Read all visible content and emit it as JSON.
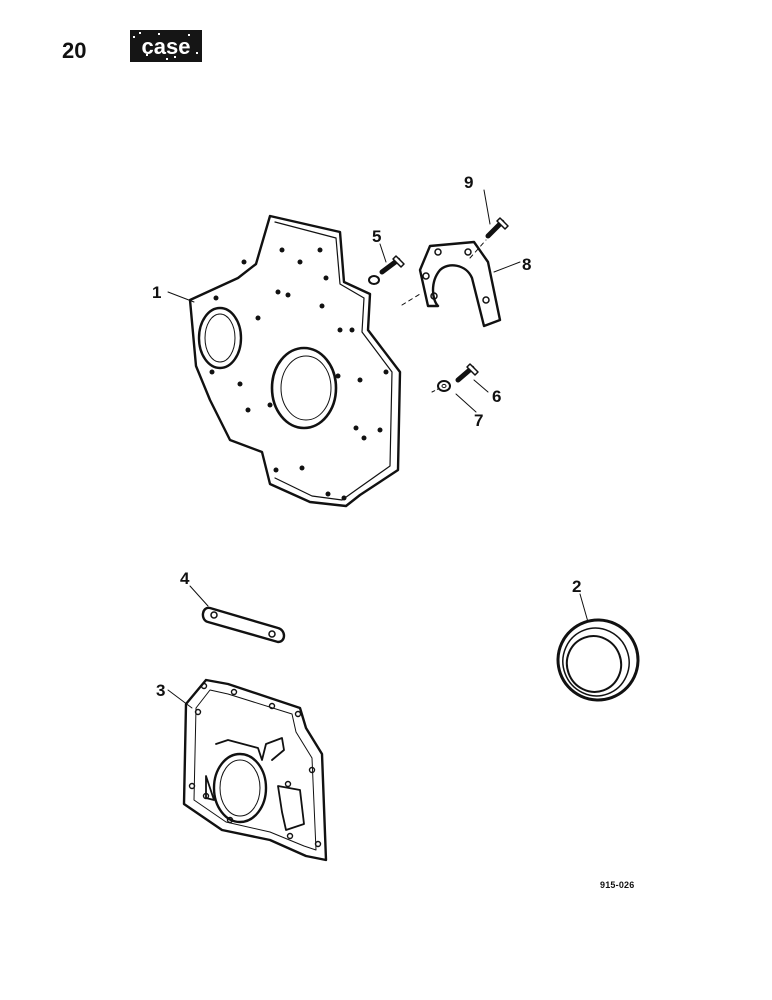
{
  "page": {
    "number": "20",
    "figure_code": "915-026"
  },
  "logo": {
    "text": "case"
  },
  "callouts": {
    "c1": "1",
    "c2": "2",
    "c3": "3",
    "c4": "4",
    "c5": "5",
    "c6": "6",
    "c7": "7",
    "c8": "8",
    "c9": "9"
  }
}
